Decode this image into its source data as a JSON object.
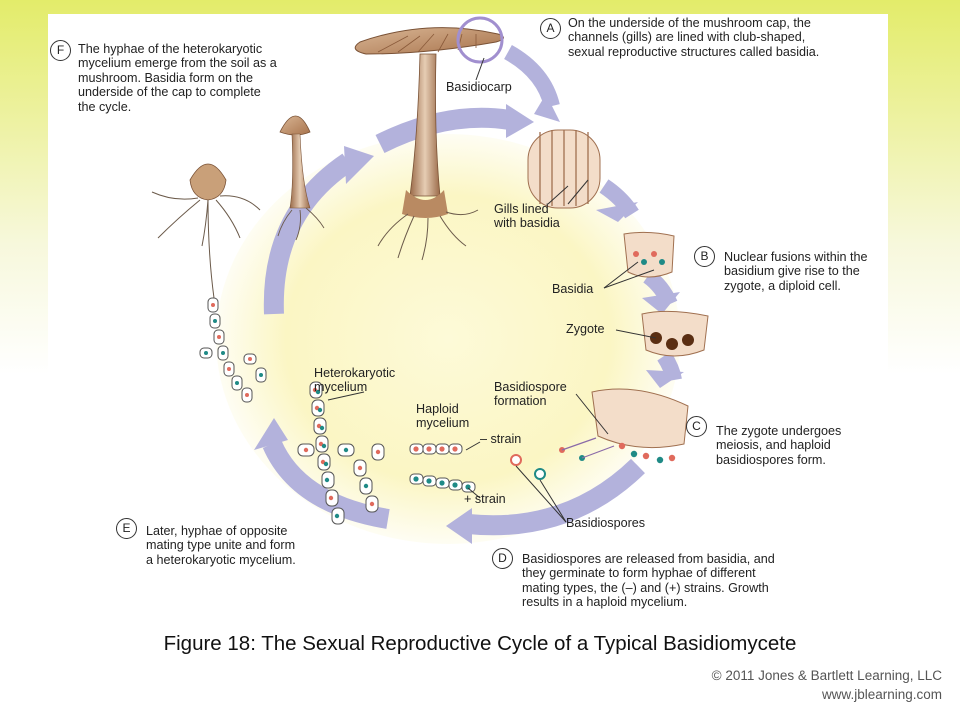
{
  "steps": {
    "A": {
      "letter": "A",
      "text": "On the underside of the mushroom cap, the channels (gills) are lined with club-shaped, sexual reproductive structures called basidia."
    },
    "B": {
      "letter": "B",
      "text": "Nuclear fusions within the basidium give rise to the zygote, a diploid cell."
    },
    "C": {
      "letter": "C",
      "text": "The zygote undergoes meiosis, and haploid basidiospores form."
    },
    "D": {
      "letter": "D",
      "text": "Basidiospores are released from basidia, and they germinate to form hyphae of different mating types, the (–) and (+) strains. Growth results in a haploid mycelium."
    },
    "E": {
      "letter": "E",
      "text": "Later, hyphae of opposite mating type unite and form a heterokaryotic mycelium."
    },
    "F": {
      "letter": "F",
      "text": "The hyphae of the heterokaryotic mycelium emerge from the soil as a mushroom. Basidia form on the underside of the cap to complete the cycle."
    }
  },
  "labels": {
    "basidiocarp": "Basidiocarp",
    "gills": "Gills lined\nwith basidia",
    "basidia": "Basidia",
    "zygote": "Zygote",
    "basidiospore_formation": "Basidiospore\nformation",
    "heterokaryotic": "Heterokaryotic\nmycelium",
    "haploid": "Haploid\nmycelium",
    "minus_strain": "– strain",
    "plus_strain": "+ strain",
    "basidiospores": "Basidiospores"
  },
  "caption": "Figure 18: The Sexual Reproductive Cycle of a Typical Basidiomycete",
  "copyright": {
    "line1": "© 2011 Jones & Bartlett Learning, LLC",
    "line2": "www.jblearning.com"
  },
  "colors": {
    "cycle_arrow": "#b3b2dc",
    "center_glow": "#fbf7c2",
    "mushroom": "#c89a74",
    "nucleus_red": "#e06a5c",
    "nucleus_teal": "#1f8a86"
  }
}
